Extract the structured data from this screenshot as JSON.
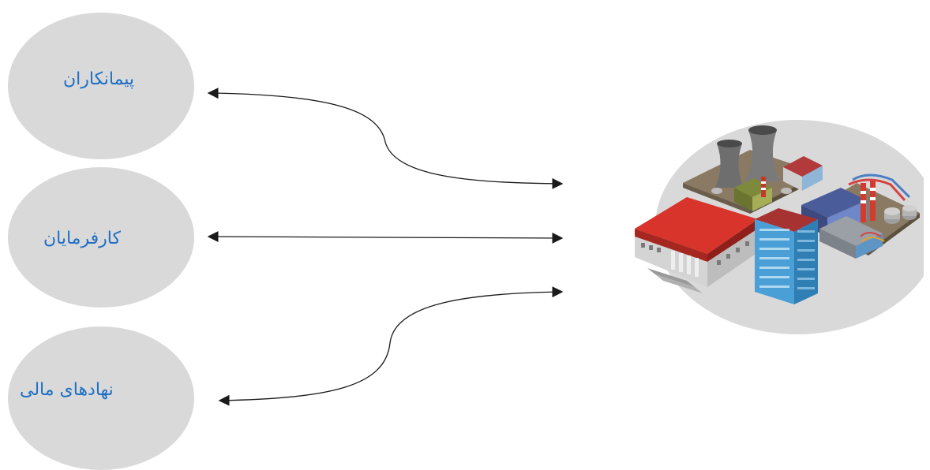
{
  "diagram": {
    "nodes": [
      {
        "id": "contractors",
        "label": "پیمانکاران"
      },
      {
        "id": "employers",
        "label": "کارفرمایان"
      },
      {
        "id": "financial_institutions",
        "label": "نهادهای مالی"
      }
    ],
    "hub": {
      "icon": "industrial-complex-icon"
    },
    "edges": [
      {
        "from": "hub",
        "to": "contractors",
        "direction": "bidirectional"
      },
      {
        "from": "hub",
        "to": "employers",
        "direction": "bidirectional"
      },
      {
        "from": "hub",
        "to": "financial_institutions",
        "direction": "bidirectional"
      }
    ],
    "colors": {
      "node_fill": "#d9d9d9",
      "label": "#1f6fc5",
      "edge": "#1a1a1a"
    }
  }
}
